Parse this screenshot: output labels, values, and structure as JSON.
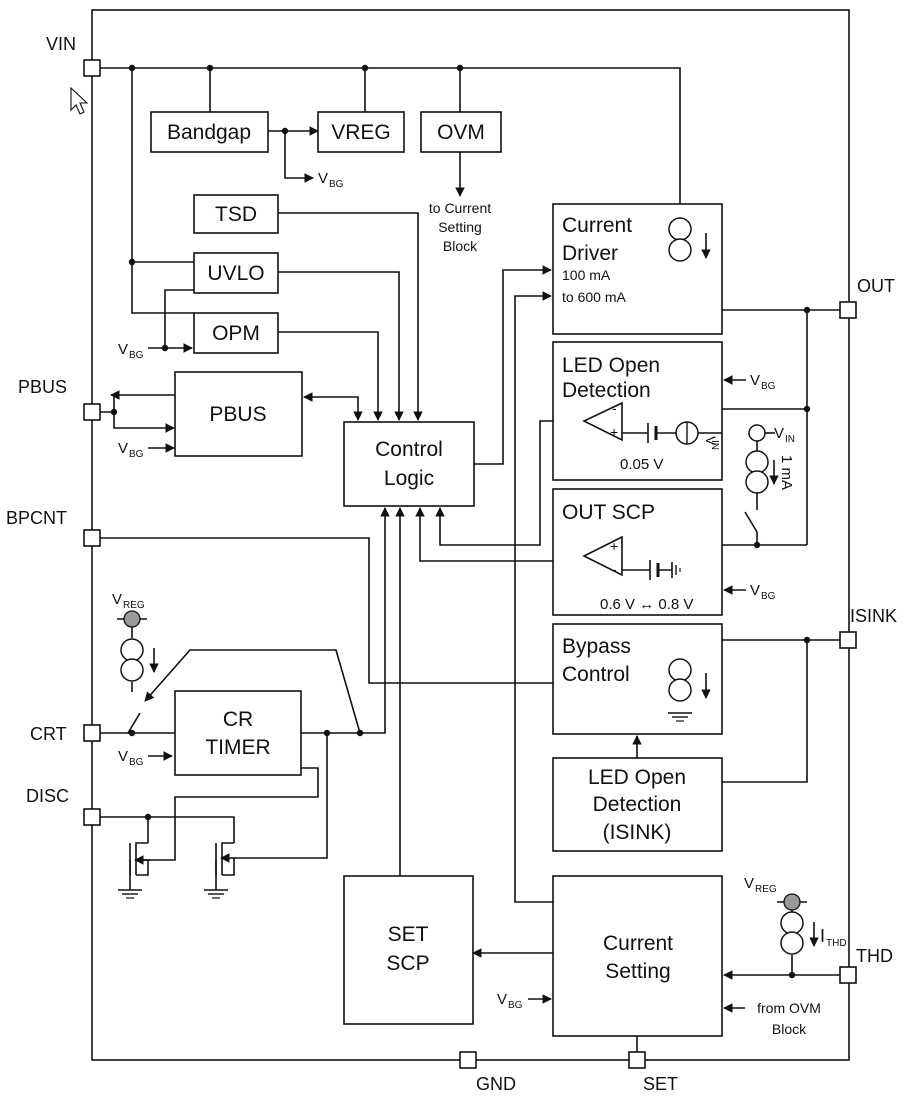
{
  "pins": {
    "vin": "VIN",
    "out": "OUT",
    "pbus": "PBUS",
    "bpcnt": "BPCNT",
    "isink": "ISINK",
    "crt": "CRT",
    "disc": "DISC",
    "thd": "THD",
    "gnd": "GND",
    "set": "SET"
  },
  "blocks": {
    "bandgap": "Bandgap",
    "vreg": "VREG",
    "ovm": "OVM",
    "tsd": "TSD",
    "uvlo": "UVLO",
    "opm": "OPM",
    "pbus": "PBUS",
    "control_logic": [
      "Control",
      "Logic"
    ],
    "current_driver": {
      "title": [
        "Current",
        "Driver"
      ],
      "range": [
        "100 mA",
        "to 600 mA"
      ]
    },
    "led_open_detection": [
      "LED Open",
      "Detection"
    ],
    "out_scp": "OUT SCP",
    "bypass_control": [
      "Bypass",
      "Control"
    ],
    "led_open_detection_isink": [
      "LED Open",
      "Detection",
      "(ISINK)"
    ],
    "cr_timer": [
      "CR",
      "TIMER"
    ],
    "set_scp": [
      "SET",
      "SCP"
    ],
    "current_setting": [
      "Current",
      "Setting"
    ]
  },
  "annotations": {
    "to_current_setting": [
      "to Current",
      "Setting",
      "Block"
    ],
    "from_ovm": [
      "from OVM",
      "Block"
    ],
    "led_open_voltage": "0.05 V",
    "out_scp_voltage": "0.6 V  ↔ 0.8 V",
    "one_ma": "1 mA"
  },
  "signals": {
    "v": "V",
    "bg": "BG",
    "reg": "REG",
    "in": "IN",
    "i": "I",
    "thd": "THD"
  },
  "icons": [
    "cursor-arrow-icon",
    "current-source-icon",
    "ground-icon",
    "battery-icon",
    "switch-icon",
    "mosfet-icon",
    "comparator-icon"
  ]
}
